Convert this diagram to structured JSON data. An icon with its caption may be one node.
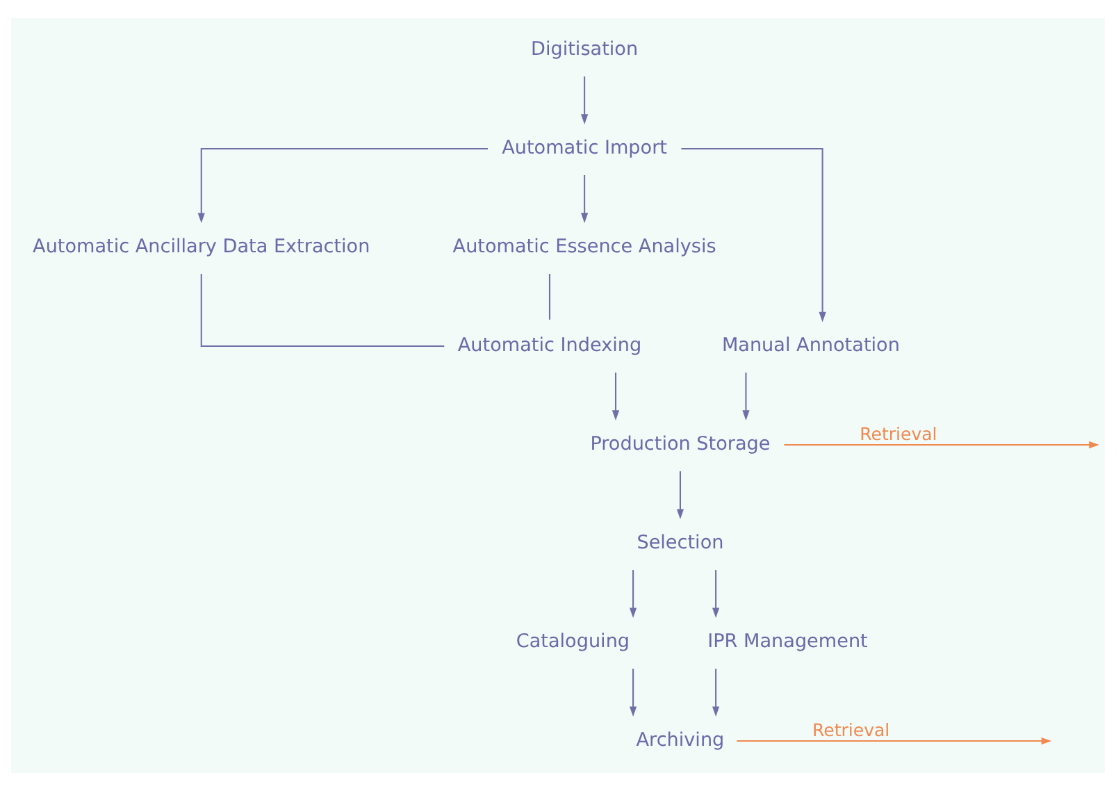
{
  "diagram": {
    "nodes": [
      {
        "text": [
          "Digitisation"
        ]
      },
      {
        "text": [
          "Automatic Import"
        ]
      },
      {
        "text": [
          "Automatic Ancillary Data Extraction"
        ]
      },
      {
        "text": [
          "Automatic Essence Analysis"
        ]
      },
      {
        "text": [
          "Manual Annotation"
        ]
      },
      {
        "text": [
          "Automatic Indexing"
        ]
      },
      {
        "text": [
          "Production Storage"
        ]
      },
      {
        "text": [
          "Selection"
        ]
      },
      {
        "text": [
          "Cataloguing"
        ]
      },
      {
        "text": [
          "IPR Management"
        ]
      },
      {
        "text": [
          "Archiving"
        ]
      }
    ],
    "edges": [
      {
        "from": 0,
        "to": 1,
        "arrow": "to"
      },
      {
        "from": 1,
        "to": 2,
        "arrow": "to"
      },
      {
        "from": 1,
        "to": 3,
        "arrow": "to"
      },
      {
        "from": 1,
        "to": 4,
        "arrow": "to"
      },
      {
        "from": 2,
        "to": 5,
        "arrow": "none"
      },
      {
        "from": 3,
        "to": 5,
        "arrow": "none"
      },
      {
        "from": 5,
        "to": 6,
        "arrow": "to"
      },
      {
        "from": 4,
        "to": 6,
        "arrow": "to"
      },
      {
        "from": 6,
        "to": null,
        "arrow": "to",
        "label": "Retrieval",
        "color": "#f08a50"
      },
      {
        "from": 6,
        "to": 7,
        "arrow": "to"
      },
      {
        "from": 7,
        "to": 8,
        "arrow": "to"
      },
      {
        "from": 7,
        "to": 9,
        "arrow": "to"
      },
      {
        "from": 8,
        "to": 10,
        "arrow": "to"
      },
      {
        "from": 9,
        "to": 10,
        "arrow": "to"
      },
      {
        "from": 10,
        "to": null,
        "arrow": "to",
        "label": "Retrieval",
        "color": "#f08a50"
      }
    ]
  }
}
